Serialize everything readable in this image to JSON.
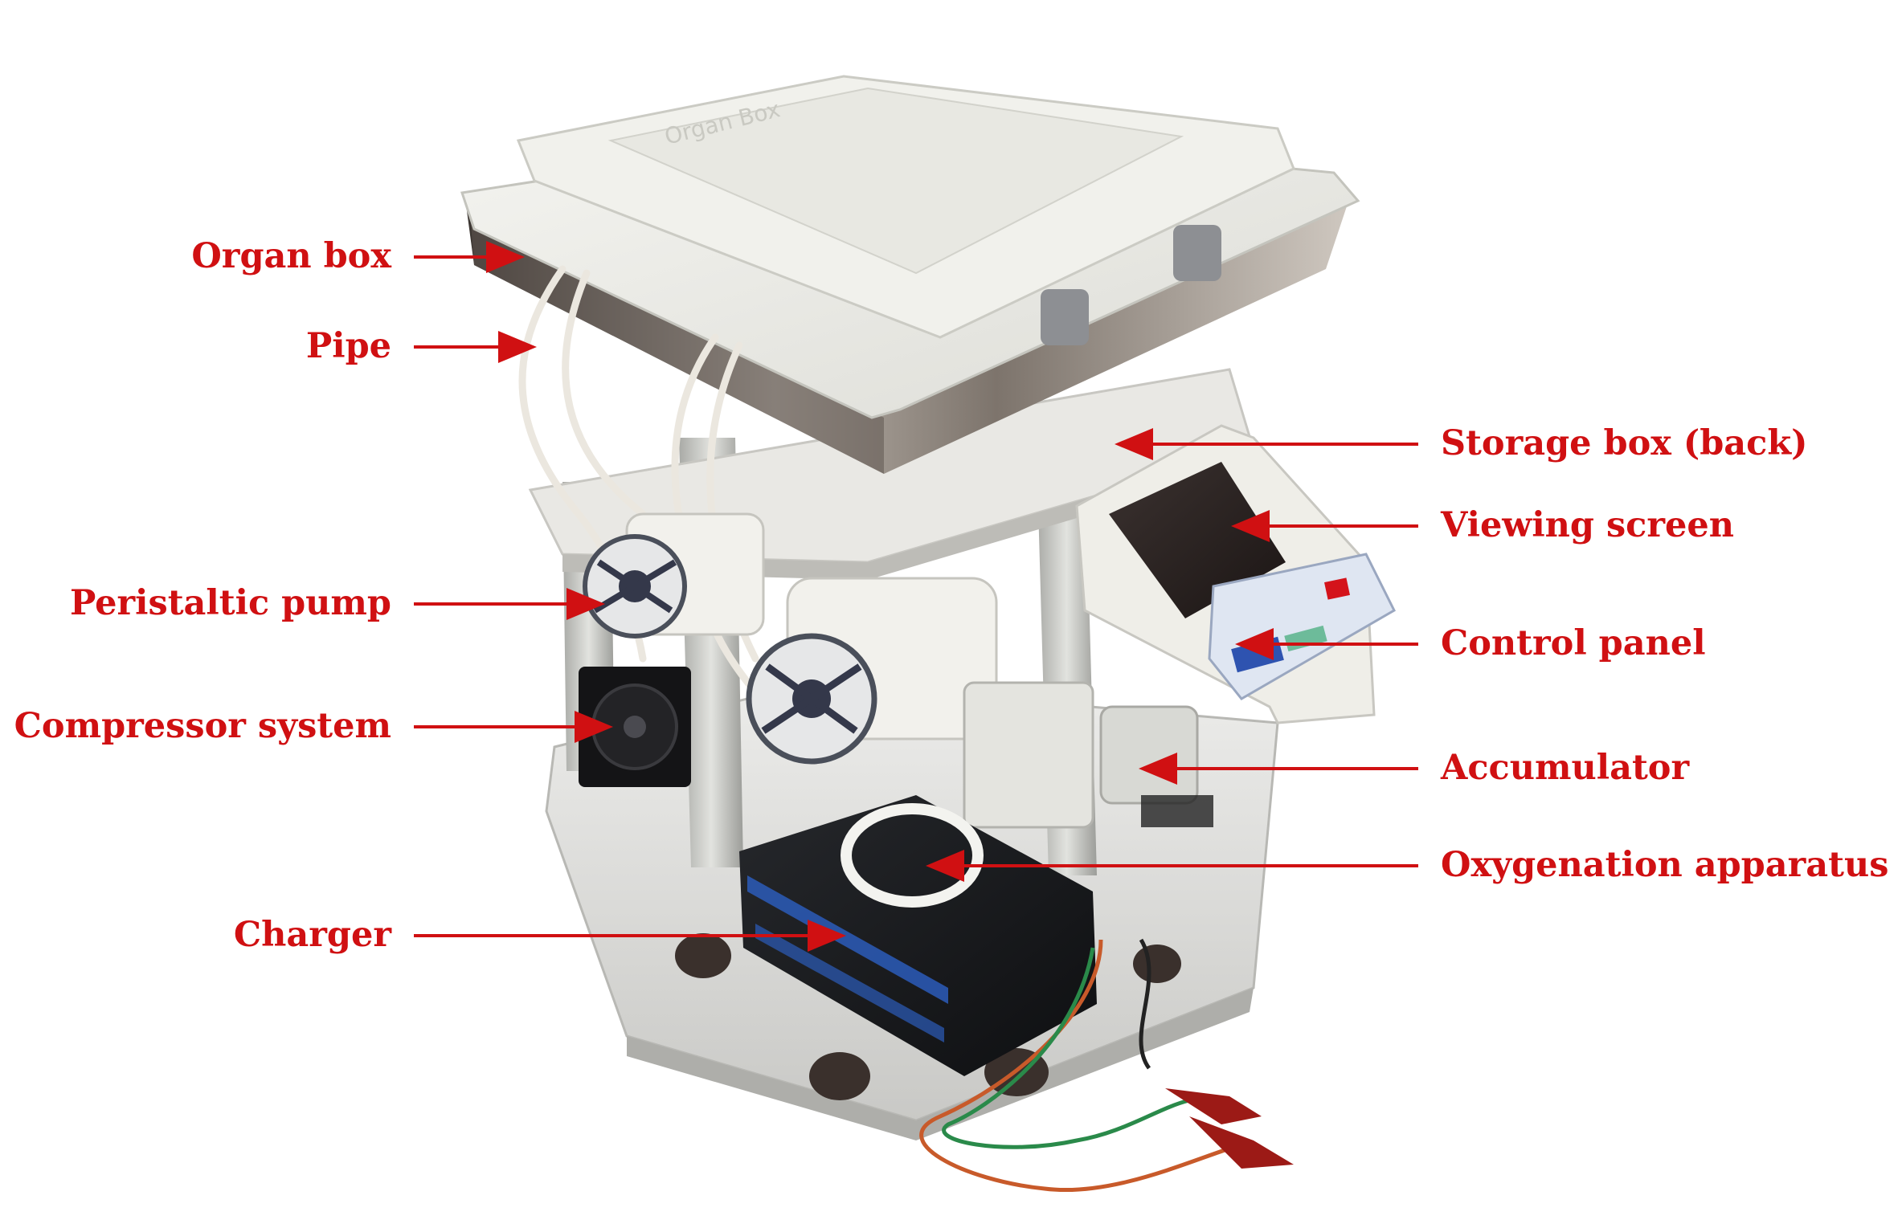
{
  "colors": {
    "label": "#d01012",
    "arrow": "#d01012"
  },
  "labels": [
    {
      "id": "organ-box",
      "text": "Organ box",
      "side": "left"
    },
    {
      "id": "pipe",
      "text": "Pipe",
      "side": "left"
    },
    {
      "id": "peristaltic-pump",
      "text": "Peristaltic pump",
      "side": "left"
    },
    {
      "id": "compressor-system",
      "text": "Compressor system",
      "side": "left"
    },
    {
      "id": "charger",
      "text": "Charger",
      "side": "left"
    },
    {
      "id": "storage-box",
      "text": "Storage box (back)",
      "side": "right"
    },
    {
      "id": "viewing-screen",
      "text": "Viewing screen",
      "side": "right"
    },
    {
      "id": "control-panel",
      "text": "Control panel",
      "side": "right"
    },
    {
      "id": "accumulator",
      "text": "Accumulator",
      "side": "right"
    },
    {
      "id": "oxygenation-apparatus",
      "text": "Oxygenation apparatus",
      "side": "right"
    }
  ],
  "photo": {
    "lid_text": "Organ Box"
  }
}
